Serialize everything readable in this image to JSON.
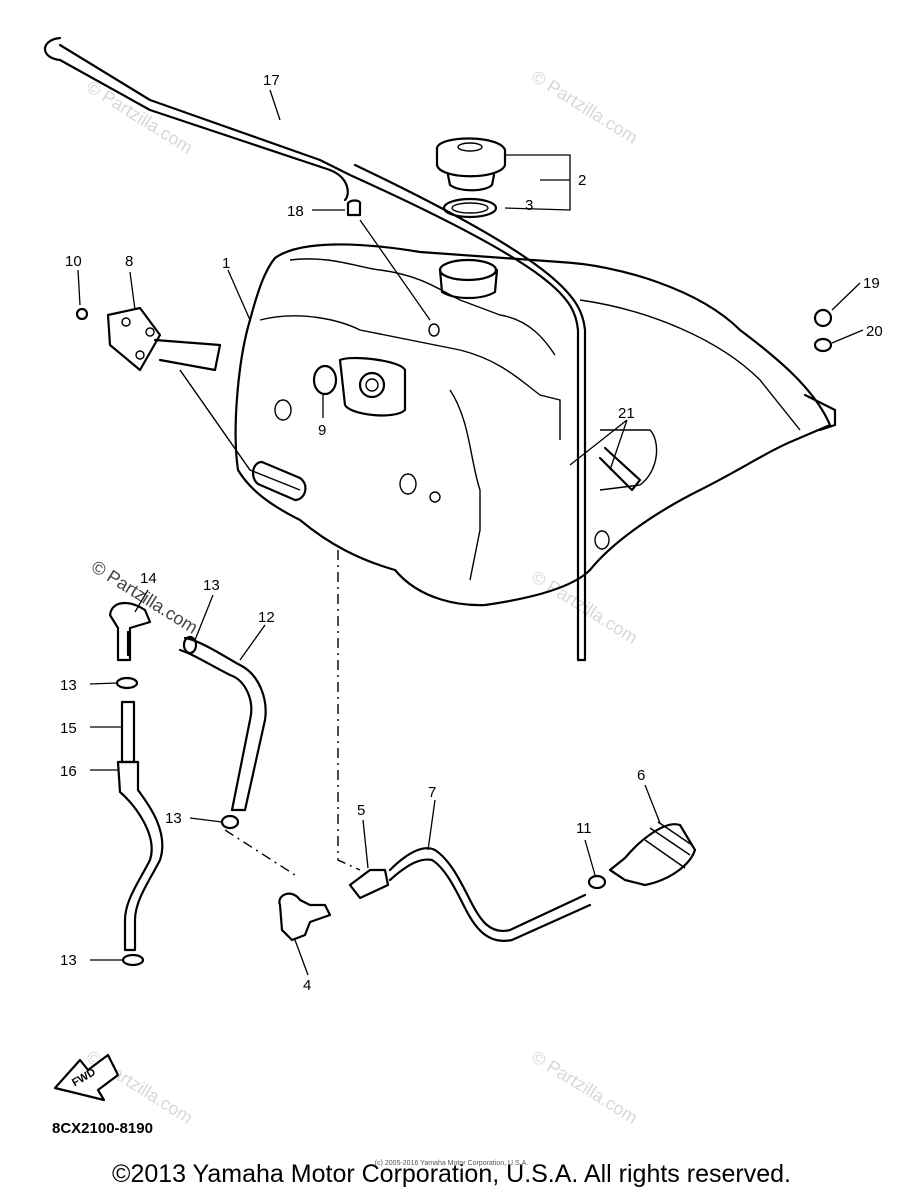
{
  "callouts": [
    "1",
    "2",
    "3",
    "4",
    "5",
    "6",
    "7",
    "8",
    "9",
    "10",
    "11",
    "12",
    "13",
    "14",
    "15",
    "16",
    "17",
    "18",
    "19",
    "20",
    "21"
  ],
  "watermark": "© Partzilla.com",
  "fwd_label": "FWD",
  "diagram_code": "8CX2100-8190",
  "copyright": "©2013 Yamaha Motor Corporation, U.S.A. All rights reserved.",
  "small_copyright": "(c) 2005-2016 Yamaha Motor Corporation, U.S.A."
}
